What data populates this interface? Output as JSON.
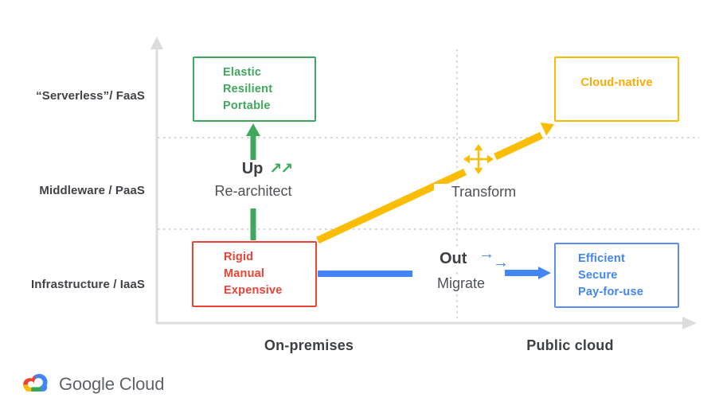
{
  "axes": {
    "y_labels": [
      "“Serverless”/ FaaS",
      "Middleware / PaaS",
      "Infrastructure / IaaS"
    ],
    "x_labels": [
      "On-premises",
      "Public cloud"
    ]
  },
  "boxes": {
    "faas_onprem": {
      "lines": [
        "Elastic",
        "Resilient",
        "Portable"
      ]
    },
    "faas_cloud": {
      "lines": [
        "Cloud-native"
      ]
    },
    "iaas_onprem": {
      "lines": [
        "Rigid",
        "Manual",
        "Expensive"
      ]
    },
    "iaas_cloud": {
      "lines": [
        "Efficient",
        "Secure",
        "Pay-for-use"
      ]
    }
  },
  "migrations": {
    "up": {
      "label": "Up",
      "glyph": "↗↗",
      "sublabel": "Re-architect"
    },
    "out": {
      "label": "Out",
      "glyph1": "→",
      "glyph2": "→",
      "sublabel": "Migrate"
    },
    "transform": {
      "label": "Transform"
    }
  },
  "footer": {
    "brand_primary": "Google",
    "brand_secondary": "Cloud"
  },
  "colors": {
    "green": "#3fa85c",
    "red": "#ea4335",
    "blue": "#4285f4",
    "yellow": "#fbbc04",
    "axis_gray": "#dcdcdc",
    "dotted_gray": "#d6d6d6",
    "text_dark": "#3c4043",
    "text_gray": "#4d5156",
    "brand_gray": "#5f6368"
  }
}
